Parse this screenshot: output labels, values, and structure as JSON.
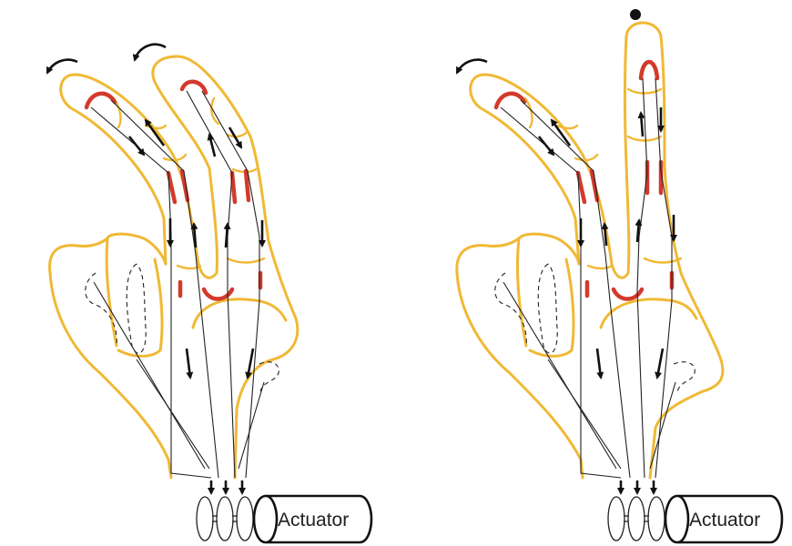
{
  "panels": [
    {
      "id": "left",
      "actuator_label": "Actuator"
    },
    {
      "id": "right",
      "actuator_label": "Actuator"
    }
  ],
  "colors": {
    "hand_outline": "#f0b935",
    "tendon_sheath": "#d33a2c",
    "tendon": "#222222",
    "arrow": "#111111"
  }
}
